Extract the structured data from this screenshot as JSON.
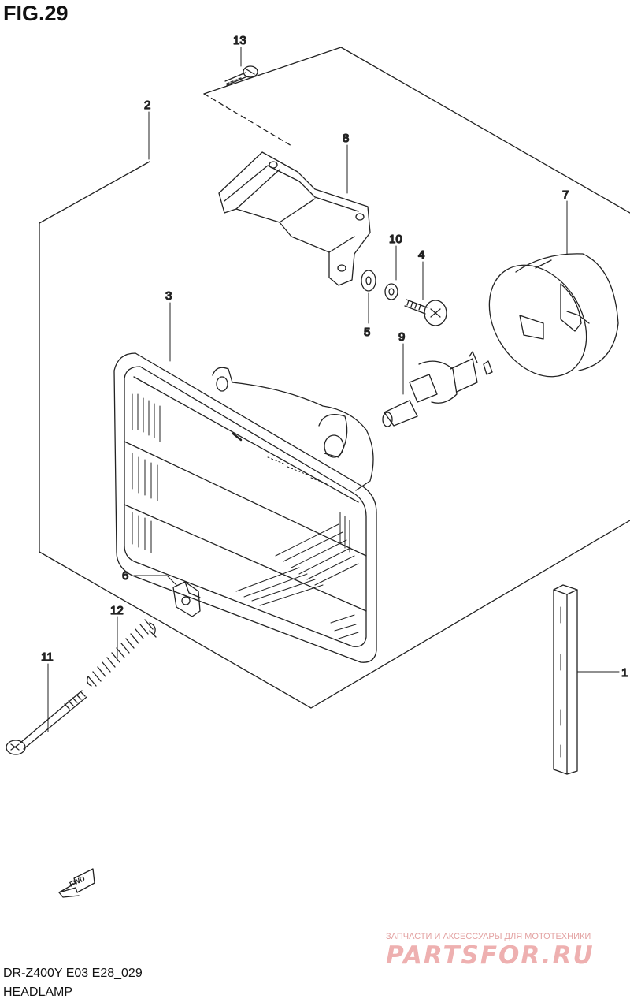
{
  "figure": {
    "title": "FIG.29"
  },
  "callouts": {
    "n1": "1",
    "n2": "2",
    "n3": "3",
    "n4": "4",
    "n5": "5",
    "n6": "6",
    "n7": "7",
    "n8": "8",
    "n9": "9",
    "n10": "10",
    "n11": "11",
    "n12": "12",
    "n13": "13"
  },
  "parts": [
    {
      "number": "1",
      "name": "reflector-strip"
    },
    {
      "number": "2",
      "name": "headlamp-assembly-outline"
    },
    {
      "number": "3",
      "name": "headlamp-unit"
    },
    {
      "number": "4",
      "name": "screw"
    },
    {
      "number": "5",
      "name": "washer"
    },
    {
      "number": "6",
      "name": "clip-nut"
    },
    {
      "number": "7",
      "name": "socket-cover"
    },
    {
      "number": "8",
      "name": "bracket"
    },
    {
      "number": "9",
      "name": "bulb"
    },
    {
      "number": "10",
      "name": "lock-washer"
    },
    {
      "number": "11",
      "name": "adjusting-screw"
    },
    {
      "number": "12",
      "name": "spring"
    },
    {
      "number": "13",
      "name": "mounting-screw"
    }
  ],
  "fwd_arrow": {
    "label": "FWD"
  },
  "footer": {
    "model_code": "DR-Z400Y E03 E28_029",
    "section": "HEADLAMP"
  },
  "watermark": {
    "tagline": "ЗАПЧАСТИ И АКСЕССУАРЫ ДЛЯ МОТОТЕХНИКИ",
    "logo": "PARTSFOR.RU",
    "color": "#e58a8a"
  }
}
